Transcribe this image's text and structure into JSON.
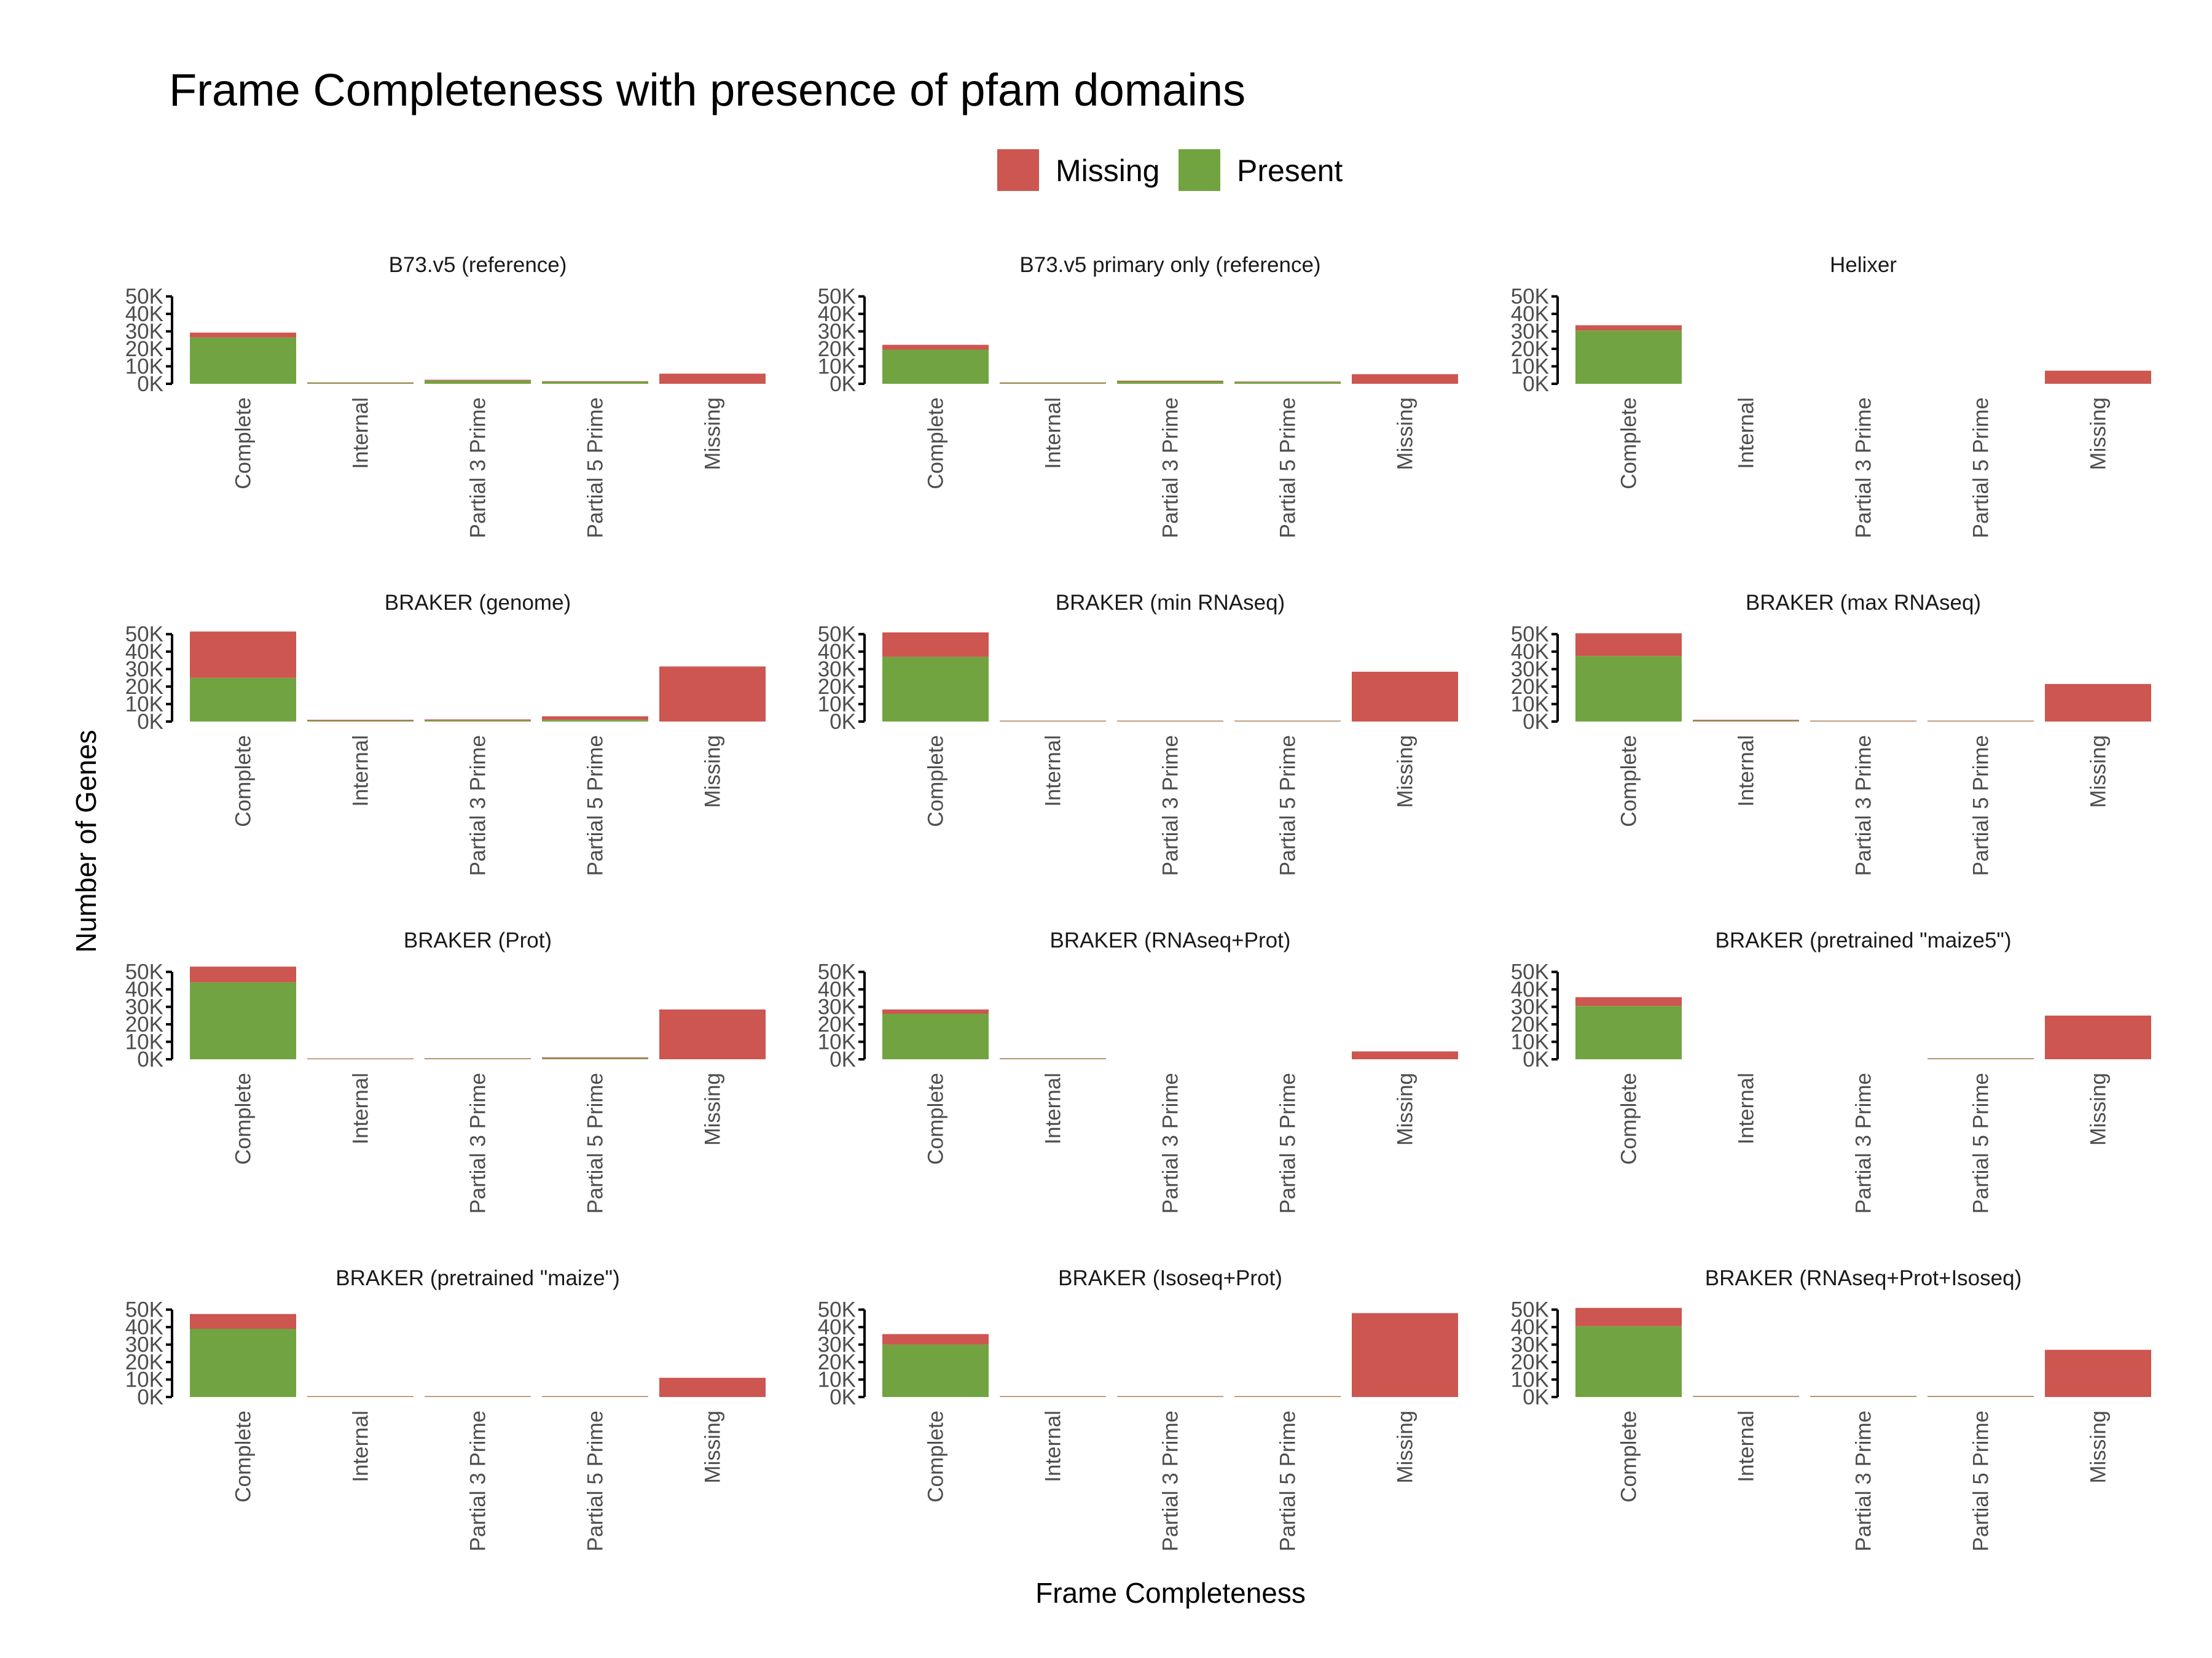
{
  "chart_data": {
    "type": "bar",
    "stacked": true,
    "title": "Frame Completeness with presence of pfam domains",
    "xlabel": "Frame Completeness",
    "ylabel": "Number of Genes",
    "legend": {
      "position": "top",
      "entries": [
        "Missing",
        "Present"
      ]
    },
    "colors": {
      "Missing": "#cd5650",
      "Present": "#71a441"
    },
    "ylim": [
      0,
      52000
    ],
    "y_ticks": [
      0,
      10000,
      20000,
      30000,
      40000,
      50000
    ],
    "y_tick_labels": [
      "0K",
      "10K",
      "20K",
      "30K",
      "40K",
      "50K"
    ],
    "grid": false,
    "categories": [
      "Complete",
      "Internal",
      "Partial 3 Prime",
      "Partial 5 Prime",
      "Missing"
    ],
    "panels": [
      {
        "title": "B73.v5 (reference)",
        "series": [
          {
            "name": "Present",
            "values": [
              26500,
              500,
              1800,
              1200,
              0
            ]
          },
          {
            "name": "Missing",
            "values": [
              2800,
              300,
              500,
              300,
              5800
            ]
          }
        ]
      },
      {
        "title": "B73.v5 primary only (reference)",
        "series": [
          {
            "name": "Present",
            "values": [
              19500,
              500,
              1400,
              1000,
              0
            ]
          },
          {
            "name": "Missing",
            "values": [
              2800,
              300,
              400,
              300,
              5500
            ]
          }
        ]
      },
      {
        "title": "Helixer",
        "series": [
          {
            "name": "Present",
            "values": [
              30500,
              0,
              0,
              0,
              0
            ]
          },
          {
            "name": "Missing",
            "values": [
              3000,
              0,
              0,
              0,
              7500
            ]
          }
        ]
      },
      {
        "title": "BRAKER (genome)",
        "series": [
          {
            "name": "Present",
            "values": [
              25000,
              500,
              600,
              1000,
              0
            ]
          },
          {
            "name": "Missing",
            "values": [
              26500,
              500,
              600,
              2000,
              31500
            ]
          }
        ]
      },
      {
        "title": "BRAKER (min RNAseq)",
        "series": [
          {
            "name": "Present",
            "values": [
              37000,
              200,
              200,
              200,
              0
            ]
          },
          {
            "name": "Missing",
            "values": [
              14000,
              300,
              300,
              300,
              28500
            ]
          }
        ]
      },
      {
        "title": "BRAKER (max RNAseq)",
        "series": [
          {
            "name": "Present",
            "values": [
              37500,
              400,
              200,
              200,
              0
            ]
          },
          {
            "name": "Missing",
            "values": [
              13000,
              600,
              300,
              300,
              21500
            ]
          }
        ]
      },
      {
        "title": "BRAKER (Prot)",
        "series": [
          {
            "name": "Present",
            "values": [
              44000,
              200,
              300,
              600,
              0
            ]
          },
          {
            "name": "Missing",
            "values": [
              9000,
              300,
              300,
              500,
              28500
            ]
          }
        ]
      },
      {
        "title": "BRAKER (RNAseq+Prot)",
        "series": [
          {
            "name": "Present",
            "values": [
              26000,
              300,
              0,
              0,
              0
            ]
          },
          {
            "name": "Missing",
            "values": [
              2500,
              300,
              0,
              0,
              4500
            ]
          }
        ]
      },
      {
        "title": "BRAKER (pretrained \"maize5\")",
        "series": [
          {
            "name": "Present",
            "values": [
              30500,
              0,
              0,
              300,
              0
            ]
          },
          {
            "name": "Missing",
            "values": [
              5000,
              0,
              0,
              300,
              25000
            ]
          }
        ]
      },
      {
        "title": "BRAKER (pretrained \"maize\")",
        "series": [
          {
            "name": "Present",
            "values": [
              39000,
              200,
              200,
              200,
              0
            ]
          },
          {
            "name": "Missing",
            "values": [
              8500,
              300,
              300,
              300,
              11000
            ]
          }
        ]
      },
      {
        "title": "BRAKER (Isoseq+Prot)",
        "series": [
          {
            "name": "Present",
            "values": [
              30000,
              200,
              200,
              200,
              0
            ]
          },
          {
            "name": "Missing",
            "values": [
              6000,
              300,
              300,
              300,
              48000
            ]
          }
        ]
      },
      {
        "title": "BRAKER (RNAseq+Prot+Isoseq)",
        "series": [
          {
            "name": "Present",
            "values": [
              40500,
              300,
              300,
              300,
              0
            ]
          },
          {
            "name": "Missing",
            "values": [
              10500,
              300,
              300,
              300,
              27000
            ]
          }
        ]
      }
    ]
  }
}
